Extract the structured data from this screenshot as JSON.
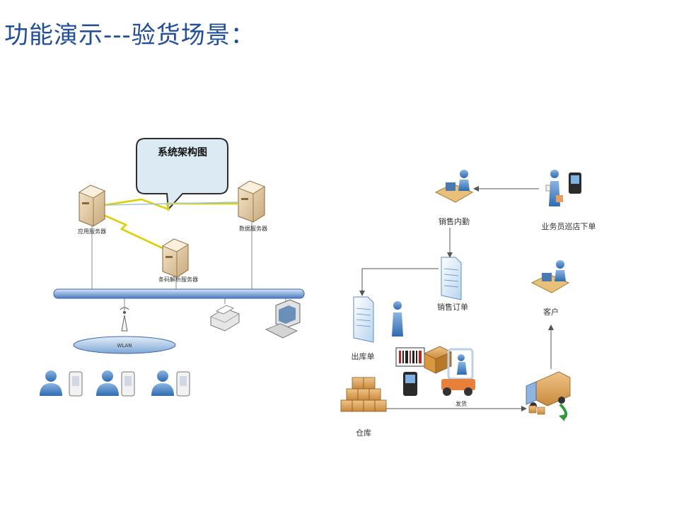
{
  "slide": {
    "title": "功能演示---验货场景："
  },
  "architecture": {
    "callout": "系统架构图",
    "app_server": "应用服务器",
    "db_server": "数据服务器",
    "barcode_server": "条码解析服务器",
    "wlan": "WLAN"
  },
  "flow": {
    "sales_internal": "销售内勤",
    "salesman_order": "业务员巡店下单",
    "sales_order": "销售订单",
    "outbound_doc": "出库单",
    "customer": "客户",
    "warehouse": "仓库",
    "ship": "发货"
  }
}
